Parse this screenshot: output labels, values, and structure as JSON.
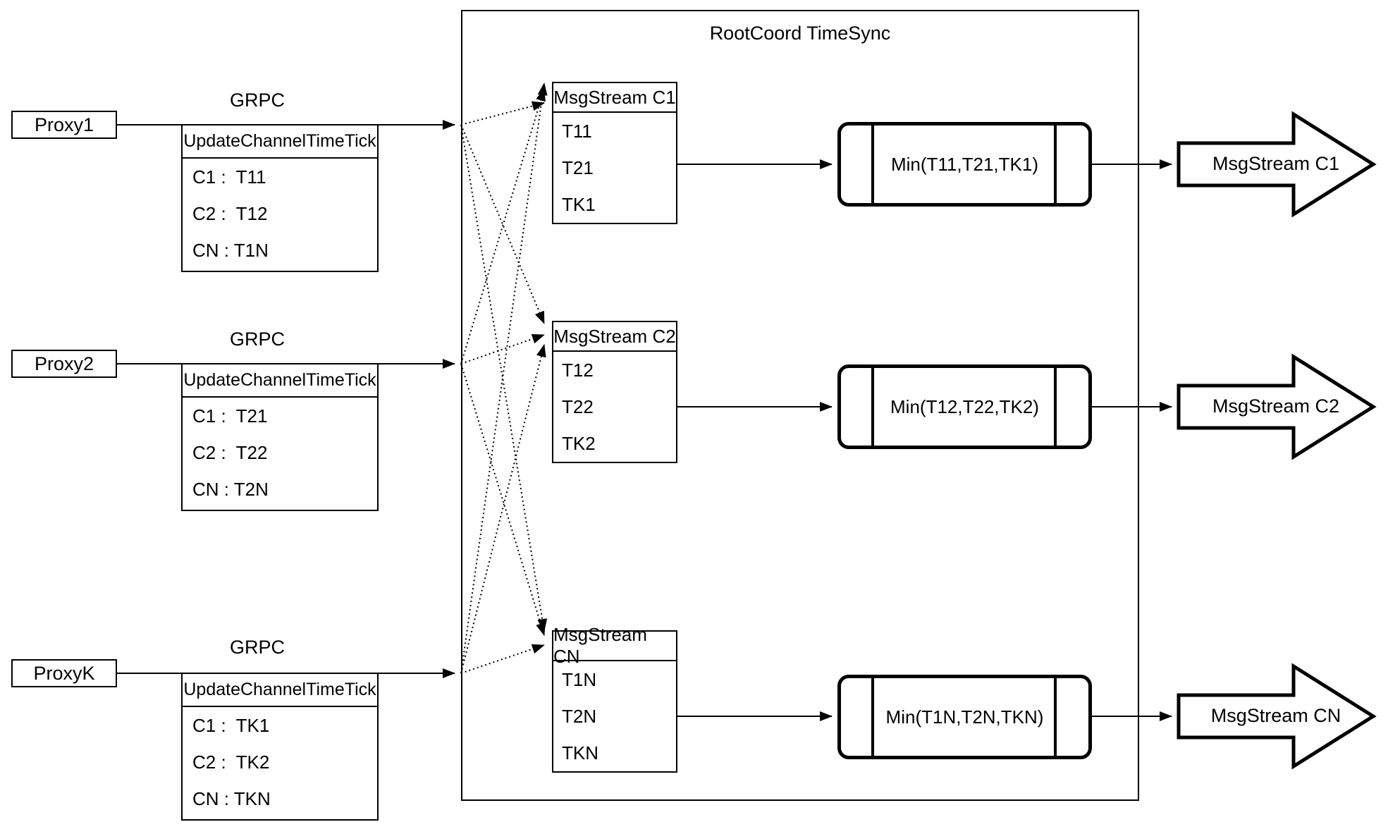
{
  "diagram": {
    "title": "RootCoord TimeSync",
    "rows": [
      {
        "proxy_label": "Proxy1",
        "grpc_label": "GRPC",
        "tick_table": {
          "header": "UpdateChannelTimeTick",
          "cells": [
            "C1 :  T11",
            "C2 :  T12",
            "CN : T1N"
          ]
        },
        "stream_table": {
          "header": "MsgStream C1",
          "cells": [
            "T11",
            "T21",
            "TK1"
          ]
        },
        "min_label": "Min(T11,T21,TK1)",
        "out_arrow_label": "MsgStream C1"
      },
      {
        "proxy_label": "Proxy2",
        "grpc_label": "GRPC",
        "tick_table": {
          "header": "UpdateChannelTimeTick",
          "cells": [
            "C1 :  T21",
            "C2 :  T22",
            "CN : T2N"
          ]
        },
        "stream_table": {
          "header": "MsgStream C2",
          "cells": [
            "T12",
            "T22",
            "TK2"
          ]
        },
        "min_label": "Min(T12,T22,TK2)",
        "out_arrow_label": "MsgStream C2"
      },
      {
        "proxy_label": "ProxyK",
        "grpc_label": "GRPC",
        "tick_table": {
          "header": "UpdateChannelTimeTick",
          "cells": [
            "C1 :  TK1",
            "C2 :  TK2",
            "CN : TKN"
          ]
        },
        "stream_table": {
          "header": "MsgStream CN",
          "cells": [
            "T1N",
            "T2N",
            "TKN"
          ]
        },
        "min_label": "Min(T1N,T2N,TKN)",
        "out_arrow_label": "MsgStream CN"
      }
    ],
    "colors": {
      "stroke": "#000000",
      "background": "#ffffff"
    }
  }
}
